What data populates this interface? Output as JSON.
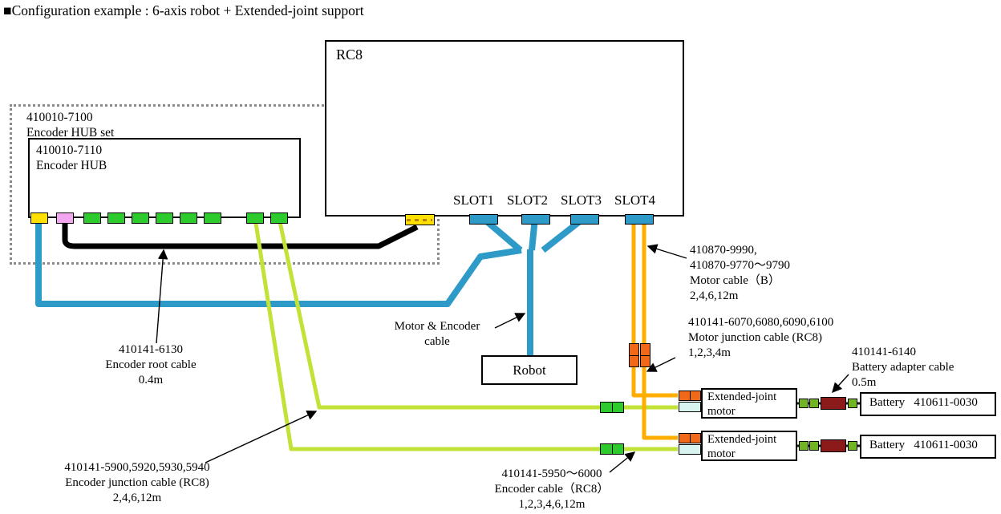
{
  "title": "■Configuration example : 6-axis robot + Extended-joint support",
  "colors": {
    "cable-blue": "#2E9AC8",
    "cable-black": "#000000",
    "cable-orange": "#FFAE00",
    "cable-green": "#C2E238",
    "conn-yellow": "#FFE000",
    "conn-pink": "#F2A6EE",
    "conn-green": "#2DCB2D",
    "conn-blue": "#2E9AC8",
    "conn-orange": "#F06818",
    "conn-cyan": "#D8F4F0",
    "conn-maroon": "#8B1A1A",
    "conn-olive": "#71B524"
  },
  "rc8": {
    "label": "RC8",
    "slots": [
      "SLOT1",
      "SLOT2",
      "SLOT3",
      "SLOT4"
    ]
  },
  "hub_set": {
    "label": "410010-7100\nEncoder HUB set"
  },
  "hub": {
    "label": "410010-7110\nEncoder HUB"
  },
  "robot": {
    "label": "Robot"
  },
  "motor": {
    "label": "Extended-joint\nmotor"
  },
  "battery": {
    "label": "Battery   410611-0030"
  },
  "annotations": {
    "encoder_root": "410141-6130\nEncoder root cable\n0.4m",
    "motor_encoder": "Motor & Encoder\ncable",
    "motor_cable_b": "410870-9990,\n410870-9770～9790\nMotor cable（B）\n2,4,6,12m",
    "motor_junction": "410141-6070,6080,6090,6100\nMotor junction cable (RC8)\n1,2,3,4m",
    "battery_adapter": "410141-6140\nBattery adapter cable\n0.5m",
    "encoder_junction": "410141-5900,5920,5930,5940\nEncoder junction cable (RC8)\n2,4,6,12m",
    "encoder_cable": "410141-5950～6000\nEncoder cable（RC8）\n1,2,3,4,6,12m"
  }
}
